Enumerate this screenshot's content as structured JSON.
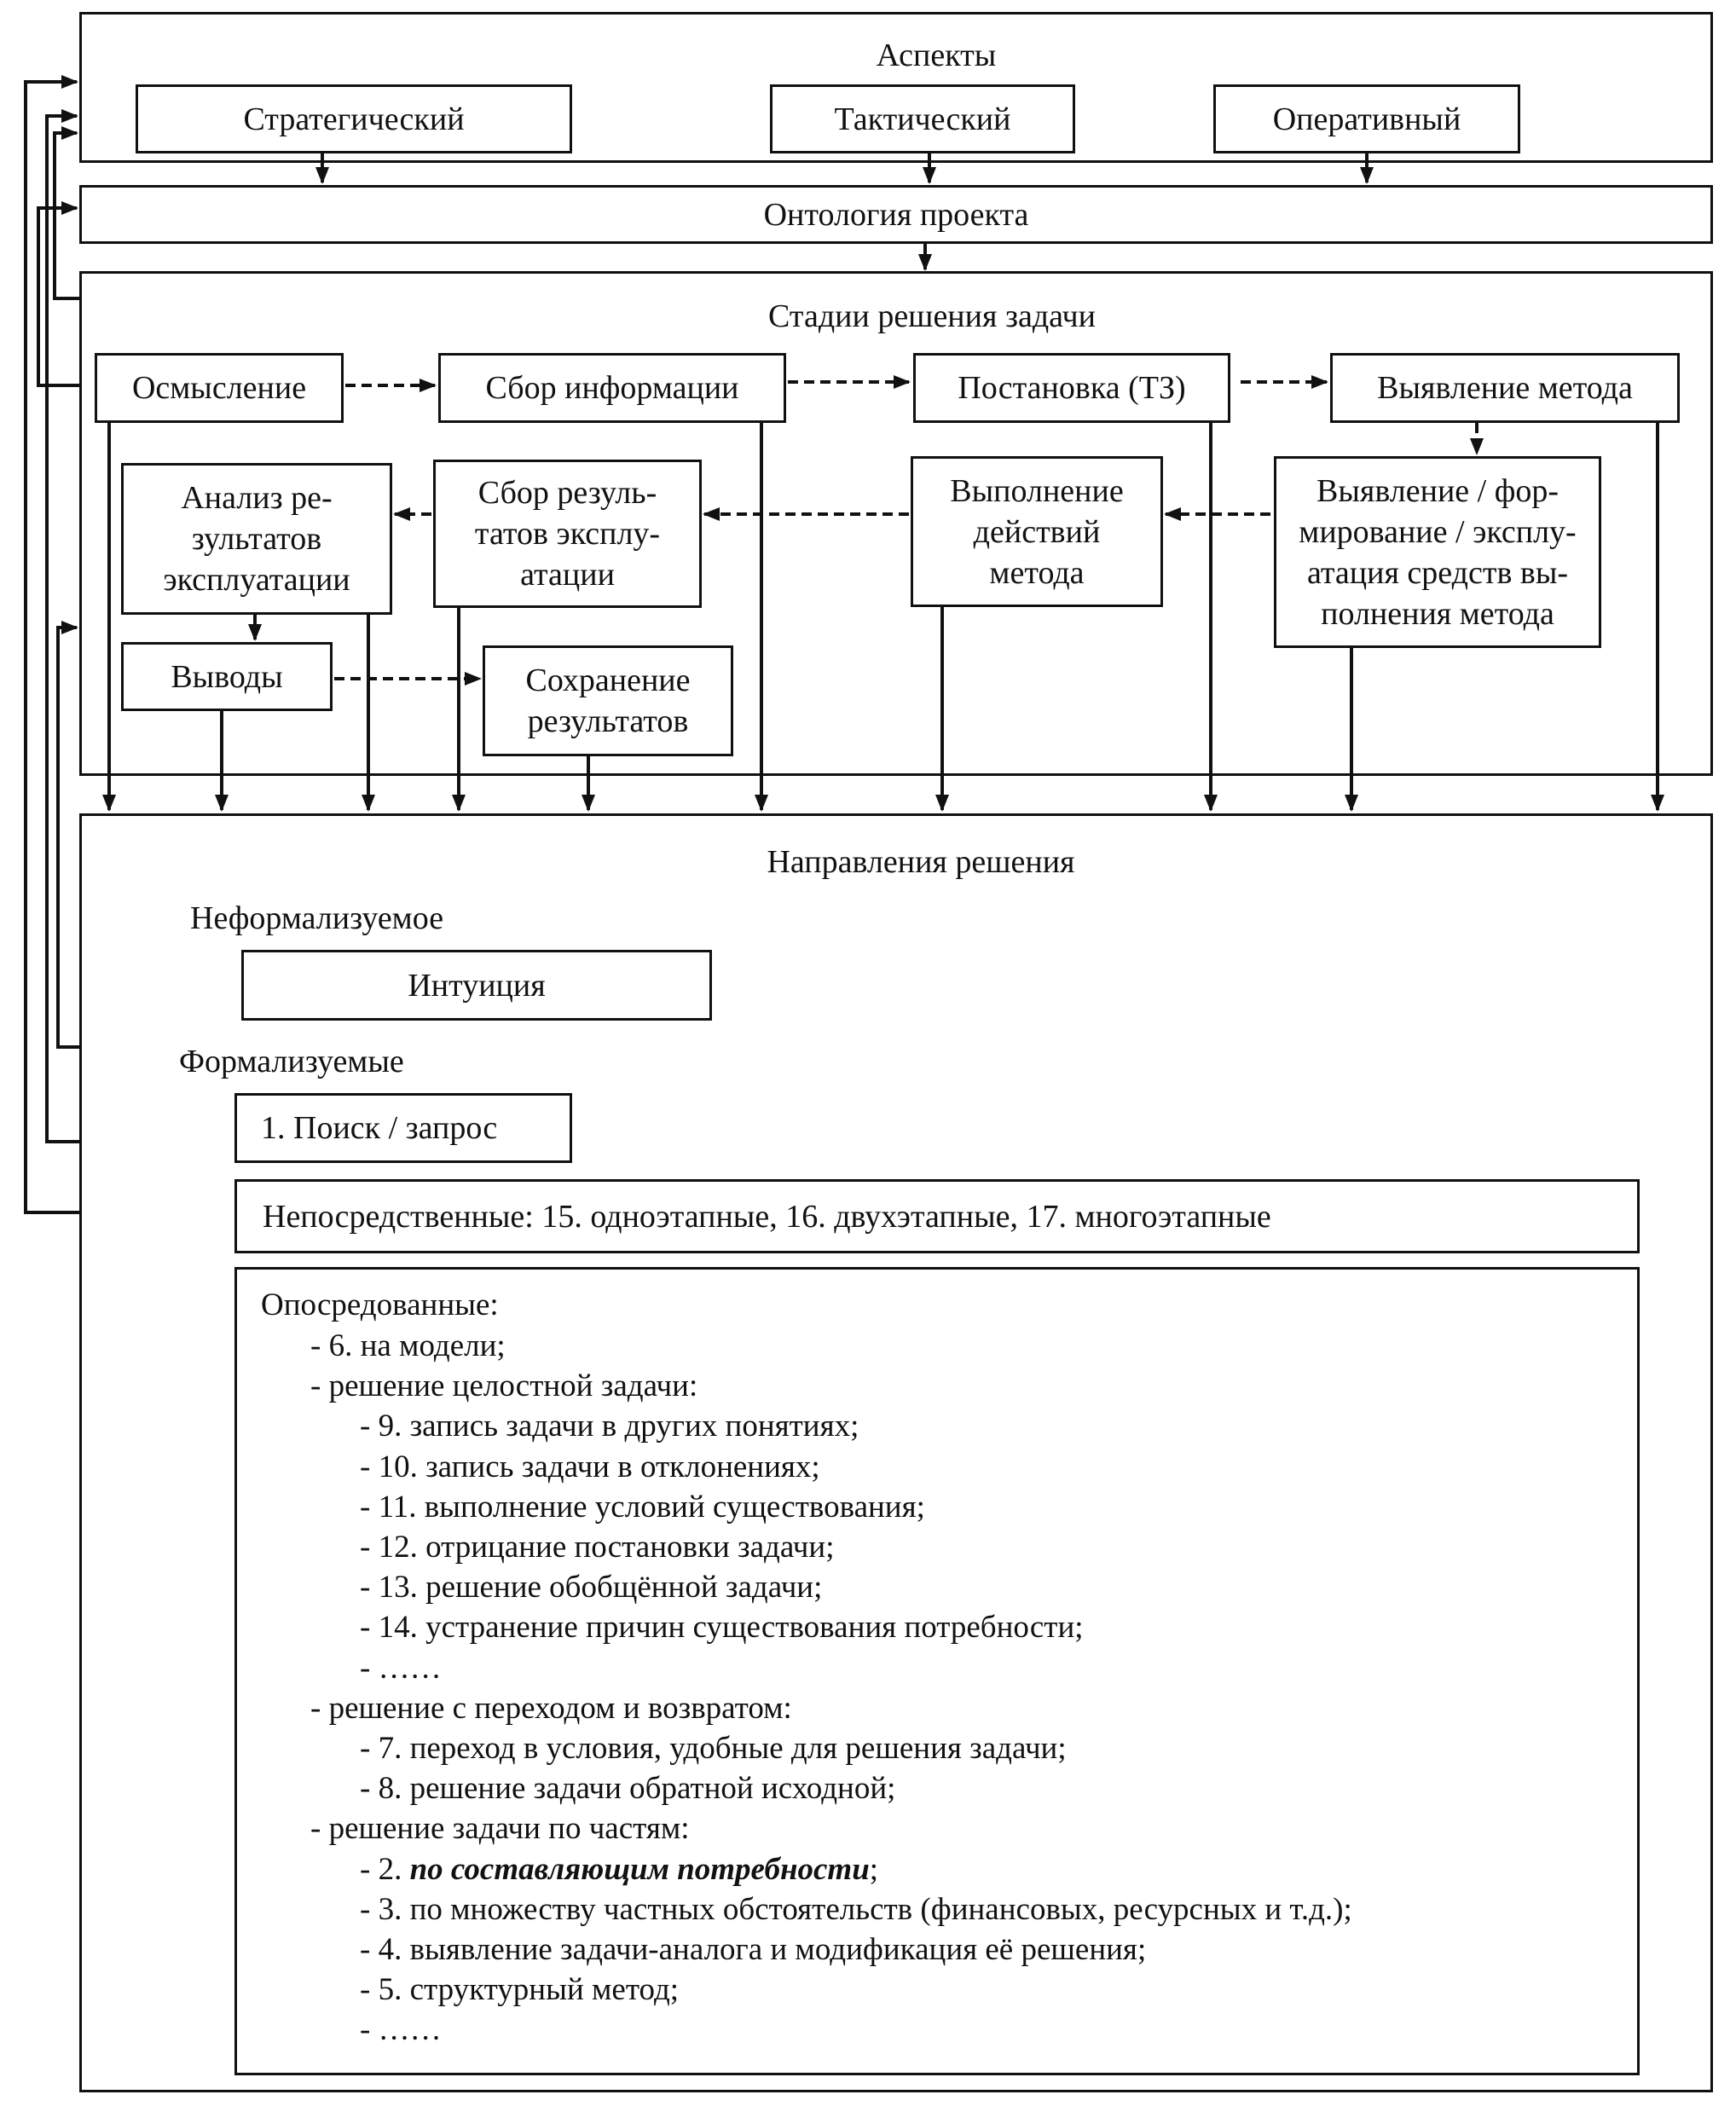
{
  "aspects": {
    "title": "Аспекты",
    "strategic": "Стратегический",
    "tactical": "Тактический",
    "operational": "Оперативный"
  },
  "ontology": {
    "title": "Онтология проекта"
  },
  "stages": {
    "title": "Стадии решения задачи",
    "comprehension": "Осмысление",
    "info_gathering": "Сбор информации",
    "statement": "Постановка (ТЗ)",
    "method_identification": "Выявление метода",
    "means": [
      "Выявление / фор-",
      "мирование / эксплу-",
      "атация средств вы-",
      "полнения метода"
    ],
    "execution": [
      "Выполнение",
      "действий",
      "метода"
    ],
    "results_gathering": [
      "Сбор резуль-",
      "татов эксплу-",
      "атации"
    ],
    "results_analysis": [
      "Анализ ре-",
      "зультатов",
      "эксплуатации"
    ],
    "conclusions": "Выводы",
    "saving": [
      "Сохранение",
      "результатов"
    ]
  },
  "directions": {
    "title": "Направления решения",
    "non_formal_label": "Неформализуемое",
    "intuition": "Интуиция",
    "formal_label": "Формализуемые",
    "search": "1. Поиск / запрос",
    "direct": "Непосредственные: 15. одноэтапные, 16. двухэтапные, 17. многоэтапные",
    "indirect_title": "Опосредованные:",
    "indirect_items": [
      "- 6. на модели;",
      "- решение целостной задачи:",
      "- 9. запись задачи в других понятиях;",
      "- 10. запись задачи в отклонениях;",
      "- 11. выполнение условий существования;",
      "- 12. отрицание постановки задачи;",
      "- 13. решение обобщённой задачи;",
      "- 14. устранение причин существования потребности;",
      "- ……",
      "- решение с переходом и возвратом:",
      "- 7. переход в условия, удобные для решения задачи;",
      "- 8. решение задачи обратной исходной;",
      "- решение задачи по частям:",
      "- 2. ",
      "- 3. по множеству частных обстоятельств (финансовых, ресурсных и т.д.);",
      "- 4. выявление задачи-аналога и модификация её решения;",
      "- 5. структурный метод;",
      "- ……"
    ],
    "item2_emphasis": "по составляющим потребности",
    "item2_suffix": ";"
  }
}
